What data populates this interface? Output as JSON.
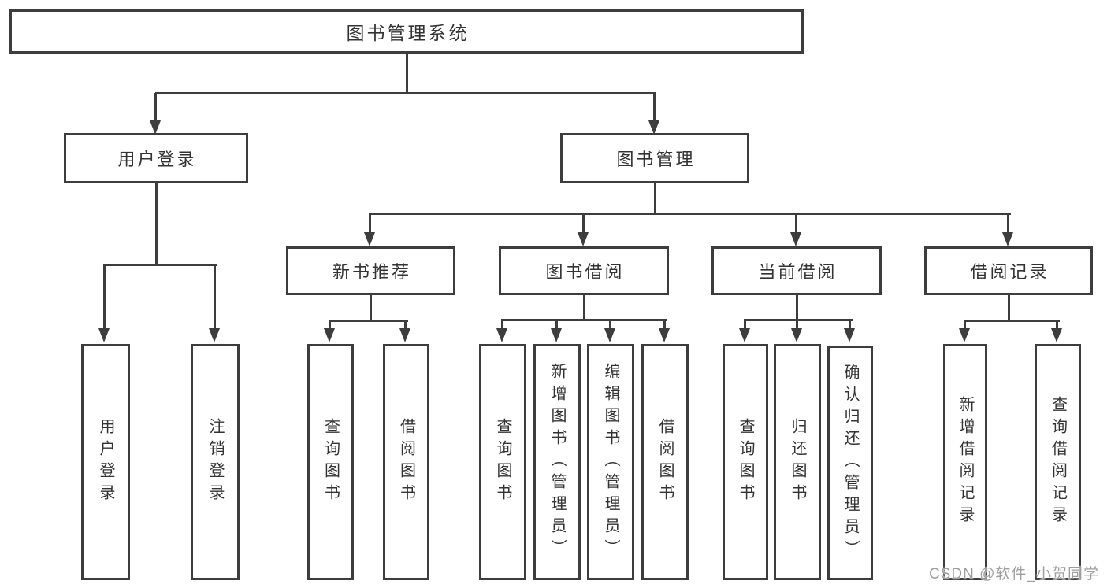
{
  "page": {
    "background": "#ffffff",
    "watermark": "CSDN @软件_小贺同学"
  },
  "colors": {
    "line": "#3d3d3d",
    "text": "#333333",
    "watermark_gray": "#9e9e9e"
  },
  "tree": {
    "label": "图书管理系统",
    "children": [
      {
        "label": "用户登录",
        "children": [
          {
            "label": "用户登录"
          },
          {
            "label": "注销登录"
          }
        ]
      },
      {
        "label": "图书管理",
        "children": [
          {
            "label": "新书推荐",
            "children": [
              {
                "label": "查询图书"
              },
              {
                "label": "借阅图书"
              }
            ]
          },
          {
            "label": "图书借阅",
            "children": [
              {
                "label": "查询图书"
              },
              {
                "label": "新增图书（管理员）"
              },
              {
                "label": "编辑图书（管理员）"
              },
              {
                "label": "借阅图书"
              }
            ]
          },
          {
            "label": "当前借阅",
            "children": [
              {
                "label": "查询图书"
              },
              {
                "label": "归还图书"
              },
              {
                "label": "确认归还（管理员）"
              }
            ]
          },
          {
            "label": "借阅记录",
            "children": [
              {
                "label": "新增借阅记录"
              },
              {
                "label": "查询借阅记录"
              }
            ]
          }
        ]
      }
    ]
  }
}
